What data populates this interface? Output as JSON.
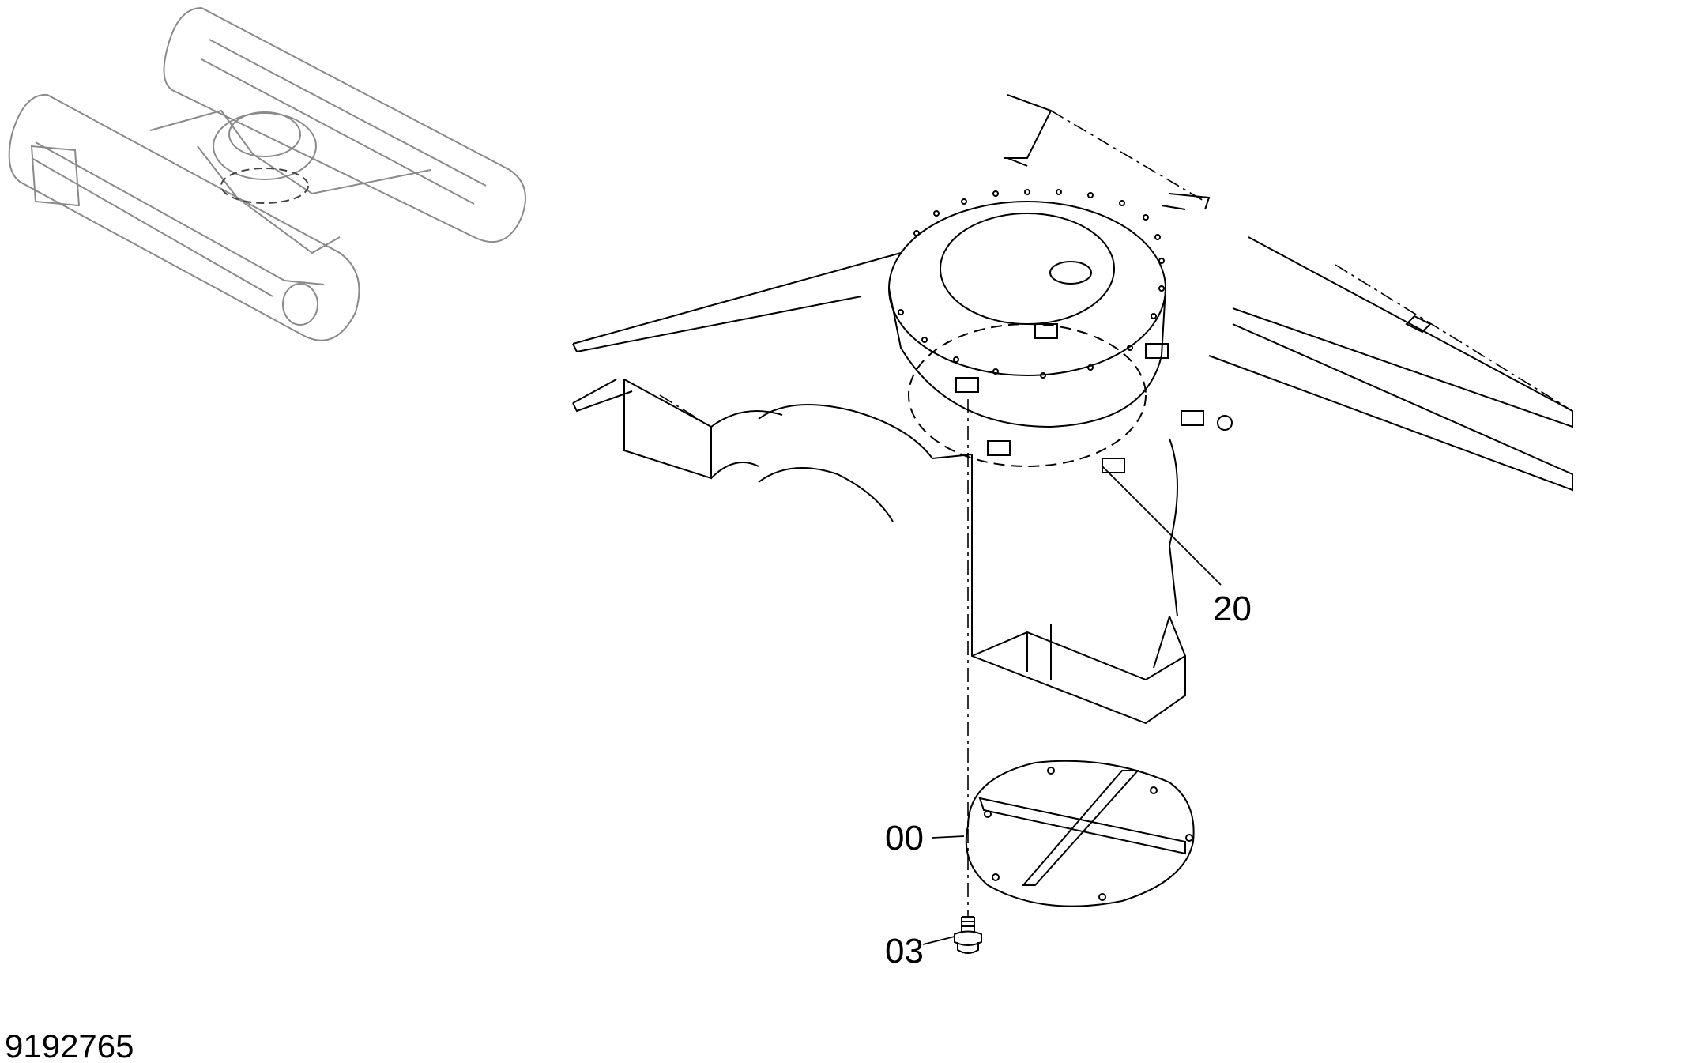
{
  "document": {
    "drawing_number": "9192765"
  },
  "callouts": [
    {
      "id": "callout-20",
      "label": "20"
    },
    {
      "id": "callout-00",
      "label": "00"
    },
    {
      "id": "callout-03",
      "label": "03"
    }
  ],
  "colors": {
    "line": "#000000",
    "ghost_line": "#8a8a8a",
    "background": "#ffffff"
  }
}
